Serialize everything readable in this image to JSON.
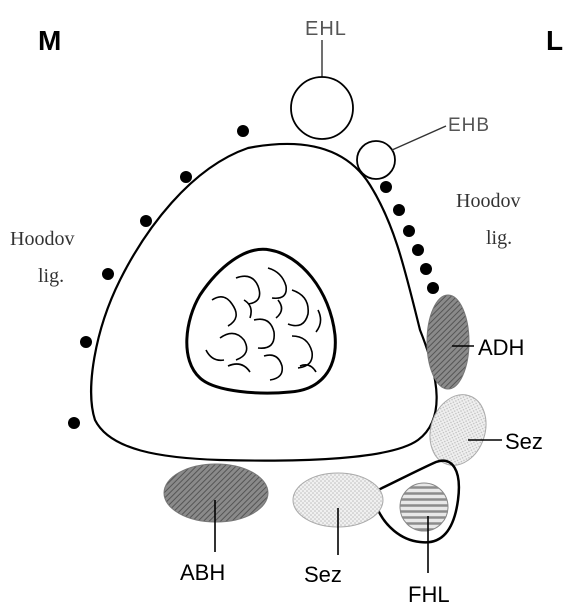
{
  "orientation": {
    "medial": "M",
    "lateral": "L"
  },
  "labels": {
    "ehl": "EHL",
    "ehb": "EHB",
    "hood_left_1": "Hoodov",
    "hood_left_2": "lig.",
    "hood_right_1": "Hoodov",
    "hood_right_2": "lig.",
    "adh": "ADH",
    "sez_right": "Sez",
    "abh": "ABH",
    "sez_bottom": "Sez",
    "fhl": "FHL"
  },
  "colors": {
    "stroke": "#000000",
    "dark_hatch": "#6b6b6b",
    "light_dot": "#d9d9d9",
    "stripe": "#8c8c8c"
  }
}
